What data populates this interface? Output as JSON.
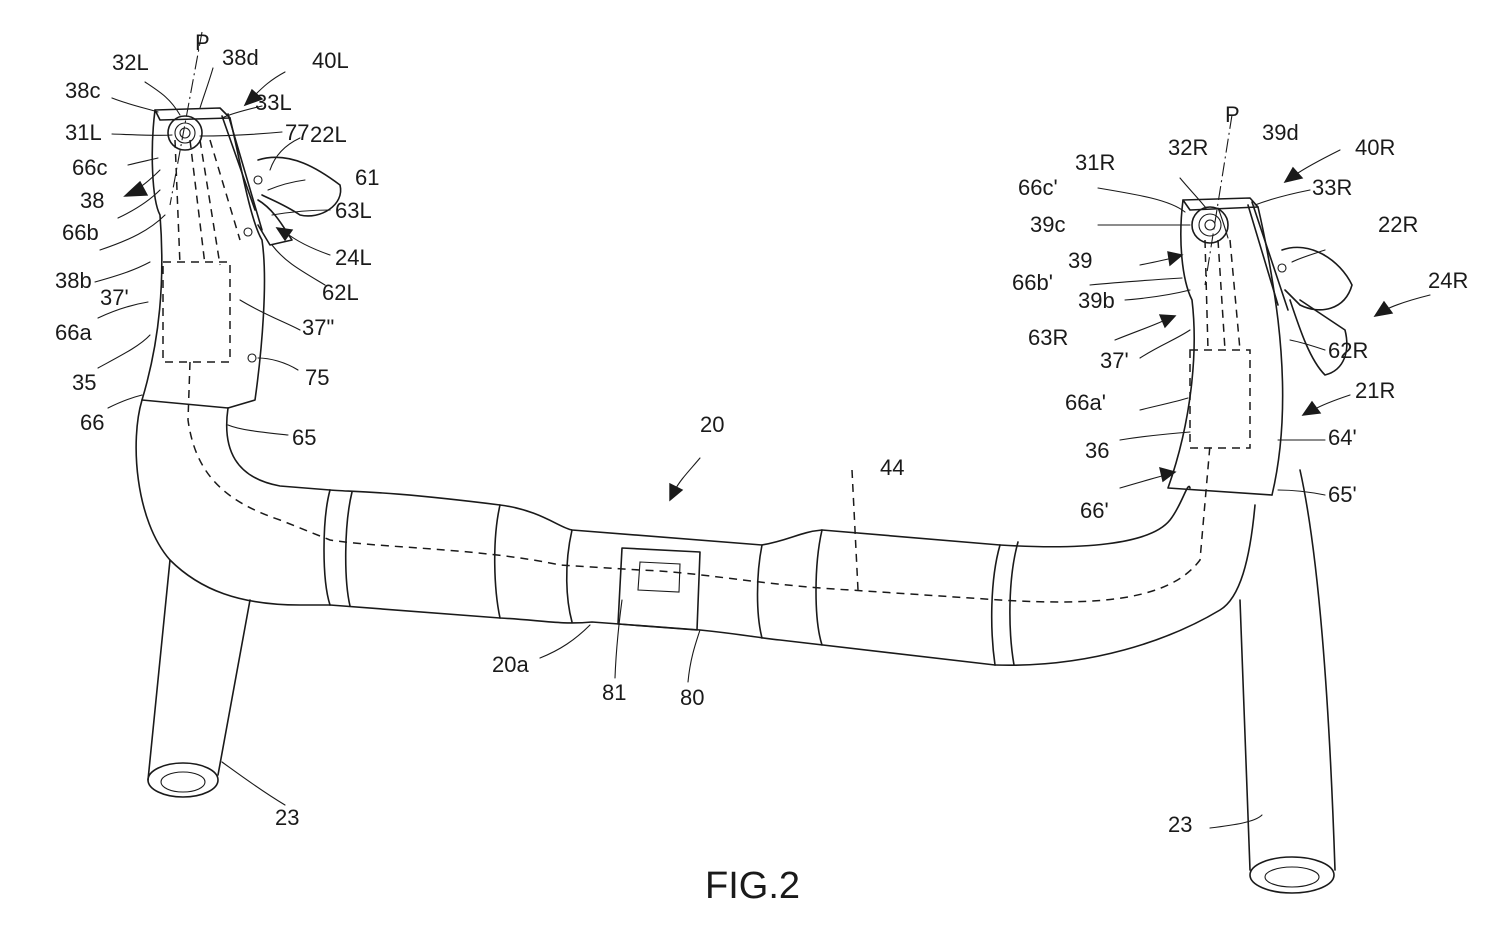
{
  "figure_title": "FIG.2",
  "labels": [
    {
      "id": "P_left",
      "text": "P"
    },
    {
      "id": "32L",
      "text": "32L"
    },
    {
      "id": "38d",
      "text": "38d"
    },
    {
      "id": "40L",
      "text": "40L"
    },
    {
      "id": "38c",
      "text": "38c"
    },
    {
      "id": "33L",
      "text": "33L"
    },
    {
      "id": "31L",
      "text": "31L"
    },
    {
      "id": "77",
      "text": "77"
    },
    {
      "id": "22L",
      "text": "22L"
    },
    {
      "id": "66c",
      "text": "66c"
    },
    {
      "id": "61",
      "text": "61"
    },
    {
      "id": "38",
      "text": "38"
    },
    {
      "id": "63L",
      "text": "63L"
    },
    {
      "id": "66b",
      "text": "66b"
    },
    {
      "id": "24L",
      "text": "24L"
    },
    {
      "id": "38b",
      "text": "38b"
    },
    {
      "id": "62L",
      "text": "62L"
    },
    {
      "id": "37p",
      "text": "37'"
    },
    {
      "id": "37pp",
      "text": "37\""
    },
    {
      "id": "66a",
      "text": "66a"
    },
    {
      "id": "35",
      "text": "35"
    },
    {
      "id": "75",
      "text": "75"
    },
    {
      "id": "66",
      "text": "66"
    },
    {
      "id": "65",
      "text": "65"
    },
    {
      "id": "20",
      "text": "20"
    },
    {
      "id": "44",
      "text": "44"
    },
    {
      "id": "20a",
      "text": "20a"
    },
    {
      "id": "81",
      "text": "81"
    },
    {
      "id": "80",
      "text": "80"
    },
    {
      "id": "23_left",
      "text": "23"
    },
    {
      "id": "P_right",
      "text": "P"
    },
    {
      "id": "39d",
      "text": "39d"
    },
    {
      "id": "32R",
      "text": "32R"
    },
    {
      "id": "40R",
      "text": "40R"
    },
    {
      "id": "31R",
      "text": "31R"
    },
    {
      "id": "66cp",
      "text": "66c'"
    },
    {
      "id": "33R",
      "text": "33R"
    },
    {
      "id": "39c",
      "text": "39c"
    },
    {
      "id": "22R",
      "text": "22R"
    },
    {
      "id": "39",
      "text": "39"
    },
    {
      "id": "24R",
      "text": "24R"
    },
    {
      "id": "66bp",
      "text": "66b'"
    },
    {
      "id": "39b",
      "text": "39b"
    },
    {
      "id": "63R",
      "text": "63R"
    },
    {
      "id": "62R",
      "text": "62R"
    },
    {
      "id": "37p_right",
      "text": "37'"
    },
    {
      "id": "21R",
      "text": "21R"
    },
    {
      "id": "66ap",
      "text": "66a'"
    },
    {
      "id": "36",
      "text": "36"
    },
    {
      "id": "64p",
      "text": "64'"
    },
    {
      "id": "66p",
      "text": "66'"
    },
    {
      "id": "65p",
      "text": "65'"
    },
    {
      "id": "23_right",
      "text": "23"
    }
  ]
}
